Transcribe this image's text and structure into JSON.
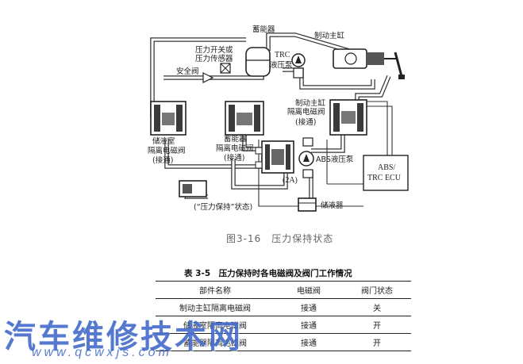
{
  "diagram": {
    "labels": {
      "accumulator": "蓄能器",
      "master_cylinder": "制动主缸",
      "pressure_switch_line1": "压力开关或",
      "pressure_switch_line2": "压力传感器",
      "trc_pump_line1": "TRC",
      "trc_pump_line2": "液压泵",
      "relief_valve": "安全阀",
      "master_cyl_valve_line1": "制动主缸",
      "master_cyl_valve_line2": "隔离电磁阀",
      "master_cyl_valve_line3": "(接通)",
      "reservoir_valve_line1": "储液室",
      "reservoir_valve_line2": "隔离电磁阀",
      "reservoir_valve_line3": "(接通)",
      "accum_valve_line1": "蓄能器",
      "accum_valve_line2": "隔离电磁阀",
      "accum_valve_line3": "(接通)",
      "abs_pump": "ABS液压泵",
      "valve_2a": "(2A)",
      "ecu_line1": "ABS/",
      "ecu_line2": "TRC ECU",
      "reservoir": "储液器",
      "hold_state": "(“压力保持”状态)"
    }
  },
  "figure": {
    "caption": "图3-16　压力保持状态"
  },
  "table": {
    "title": "表 3-5　压力保持时各电磁阀及阀门工作情况",
    "headers": [
      "部件名称",
      "电磁阀",
      "阀门状态"
    ],
    "rows": [
      [
        "制动主缸隔离电磁阀",
        "接通",
        "关"
      ],
      [
        "储液室隔离电磁阀",
        "接通",
        "开"
      ],
      [
        "蓄能器隔离电磁阀",
        "接通",
        "开"
      ]
    ]
  },
  "watermark": {
    "text": "汽车维修技术网",
    "url": "www.qcwxjs.com"
  },
  "colors": {
    "watermark": "#2e5cc4",
    "line": "#333333"
  }
}
